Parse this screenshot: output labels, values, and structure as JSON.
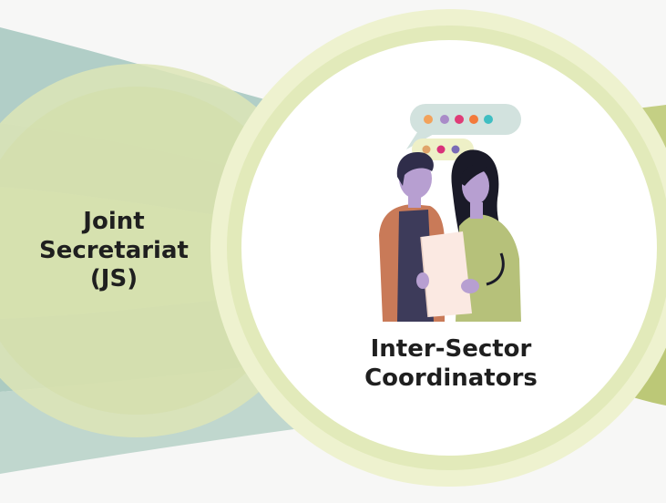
{
  "diagram": {
    "left_node": {
      "lines": [
        "Joint",
        "Secretariat",
        "(JS)"
      ]
    },
    "center_node": {
      "lines": [
        "Inter-Sector",
        "Coordinators"
      ]
    },
    "illustration": {
      "icon": "two-people-reading-document-icon",
      "speech_bubbles": [
        {
          "dots": [
            "#f2a25b",
            "#a98bc8",
            "#df3c77",
            "#f37a3b",
            "#3fbec2"
          ]
        },
        {
          "dots": [
            "#e0a46a",
            "#d9317a",
            "#7a6bb6"
          ]
        }
      ]
    },
    "colors": {
      "teal_band": "#a6c7c0",
      "green_band": "#d5e0ad",
      "pale_green": "#e8edc6",
      "center_circle": "#ffffff",
      "right_band": "#c8d38a"
    }
  }
}
